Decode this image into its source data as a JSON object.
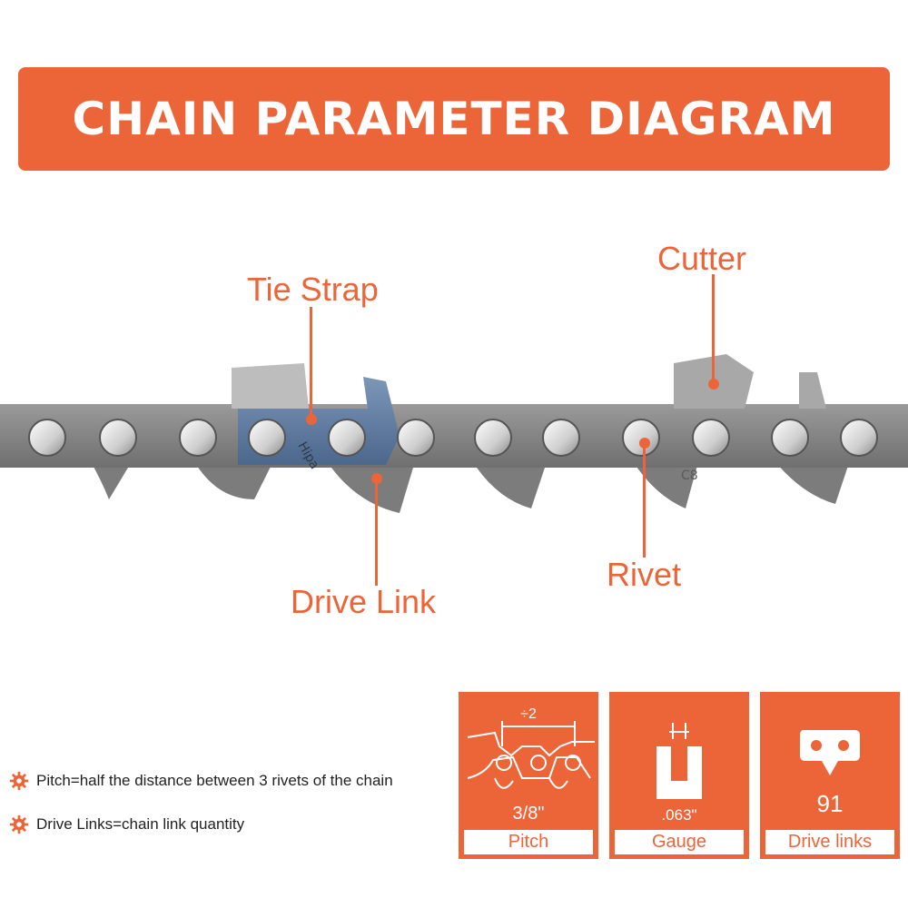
{
  "banner": {
    "title": "CHAIN PARAMETER DIAGRAM"
  },
  "colors": {
    "accent": "#ec6538",
    "chain_plate": "#858585",
    "blue_link": "#5f7fa6",
    "rivet": "#d8d8d8"
  },
  "callouts": {
    "tie_strap": "Tie Strap",
    "cutter": "Cutter",
    "drive_link": "Drive Link",
    "rivet": "Rivet"
  },
  "chain_marks": {
    "brand": "Hipa",
    "code": "C8"
  },
  "notes": [
    {
      "icon": "gear-icon",
      "text": "Pitch=half the distance between 3 rivets of the chain"
    },
    {
      "icon": "gear-icon",
      "text": "Drive Links=chain link quantity"
    }
  ],
  "specs": [
    {
      "icon": "pitch-diagram-icon",
      "annotation": "÷2",
      "value": "3/8\"",
      "label": "Pitch"
    },
    {
      "icon": "gauge-diagram-icon",
      "annotation": "",
      "value": ".063\"",
      "label": "Gauge"
    },
    {
      "icon": "drive-link-icon",
      "annotation": "",
      "value": "91",
      "label": "Drive links"
    }
  ]
}
